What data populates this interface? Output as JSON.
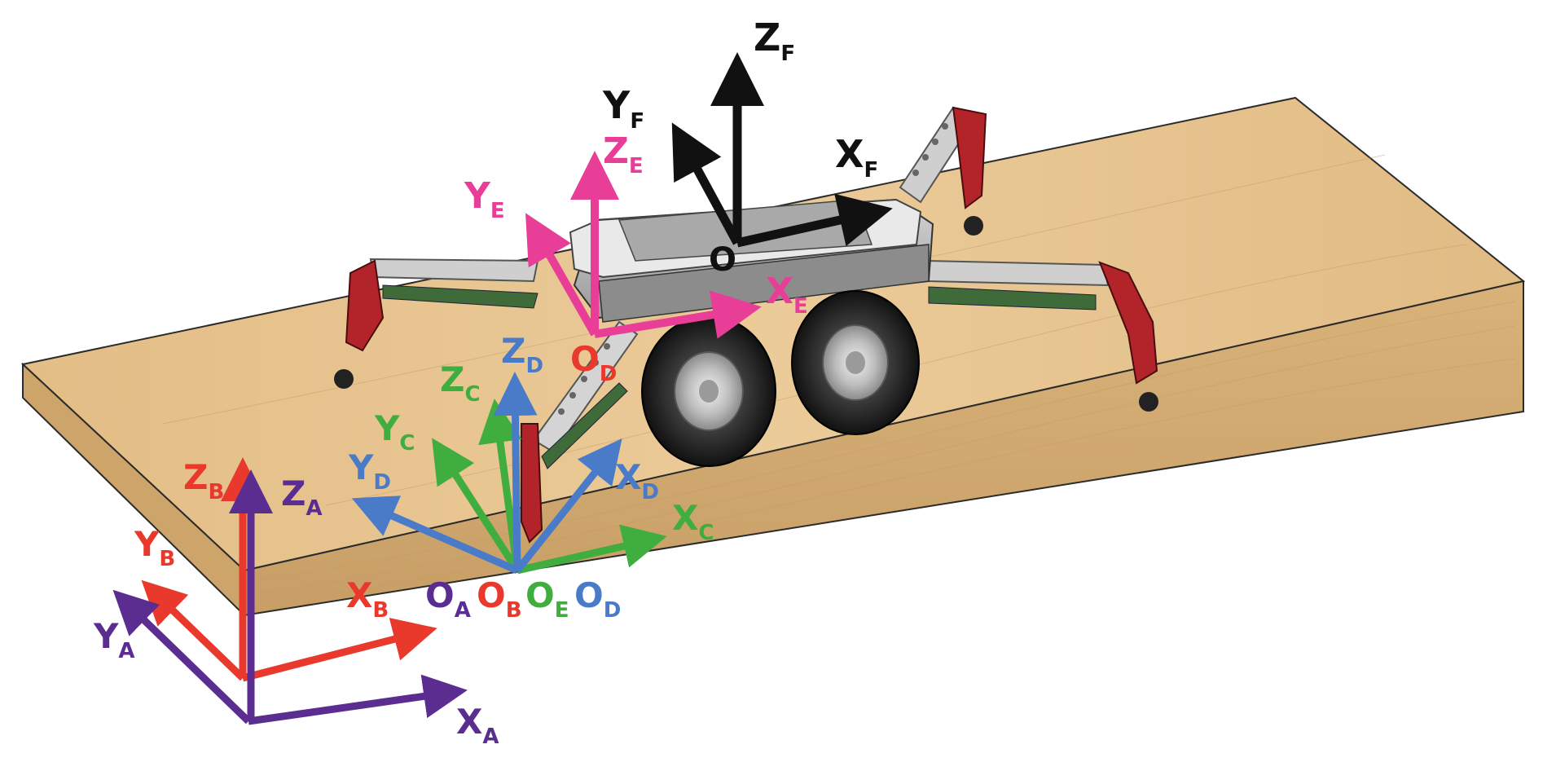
{
  "colors": {
    "frame_A": "#5b2d91",
    "frame_B": "#e8392c",
    "frame_C": "#3fae3f",
    "frame_D": "#4a7bc8",
    "frame_E": "#e83e97",
    "frame_F": "#111111",
    "ramp_top": "#e6c38f",
    "ramp_side": "#d3ad72",
    "ramp_edge": "#2b2b2b"
  },
  "frames": {
    "A": {
      "x": {
        "main": "X",
        "sub": "A"
      },
      "y": {
        "main": "Y",
        "sub": "A"
      },
      "z": {
        "main": "Z",
        "sub": "A"
      },
      "origin": {
        "main": "O",
        "sub": "A"
      }
    },
    "B": {
      "x": {
        "main": "X",
        "sub": "B"
      },
      "y": {
        "main": "Y",
        "sub": "B"
      },
      "z": {
        "main": "Z",
        "sub": "B"
      },
      "origin": {
        "main": "O",
        "sub": "B"
      }
    },
    "C": {
      "x": {
        "main": "X",
        "sub": "C"
      },
      "y": {
        "main": "Y",
        "sub": "C"
      },
      "z": {
        "main": "Z",
        "sub": "C"
      }
    },
    "D": {
      "x": {
        "main": "X",
        "sub": "D"
      },
      "y": {
        "main": "Y",
        "sub": "D"
      },
      "z": {
        "main": "Z",
        "sub": "D"
      },
      "origin": {
        "main": "O",
        "sub": "D"
      },
      "origin_robot": {
        "main": "O",
        "sub": "D"
      }
    },
    "E": {
      "x": {
        "main": "X",
        "sub": "E"
      },
      "y": {
        "main": "Y",
        "sub": "E"
      },
      "z": {
        "main": "Z",
        "sub": "E"
      },
      "origin": {
        "main": "O",
        "sub": "E"
      }
    },
    "F": {
      "x": {
        "main": "X",
        "sub": "F"
      },
      "y": {
        "main": "Y",
        "sub": "F"
      },
      "z": {
        "main": "Z",
        "sub": "F"
      }
    }
  },
  "body_origin_label": "O"
}
